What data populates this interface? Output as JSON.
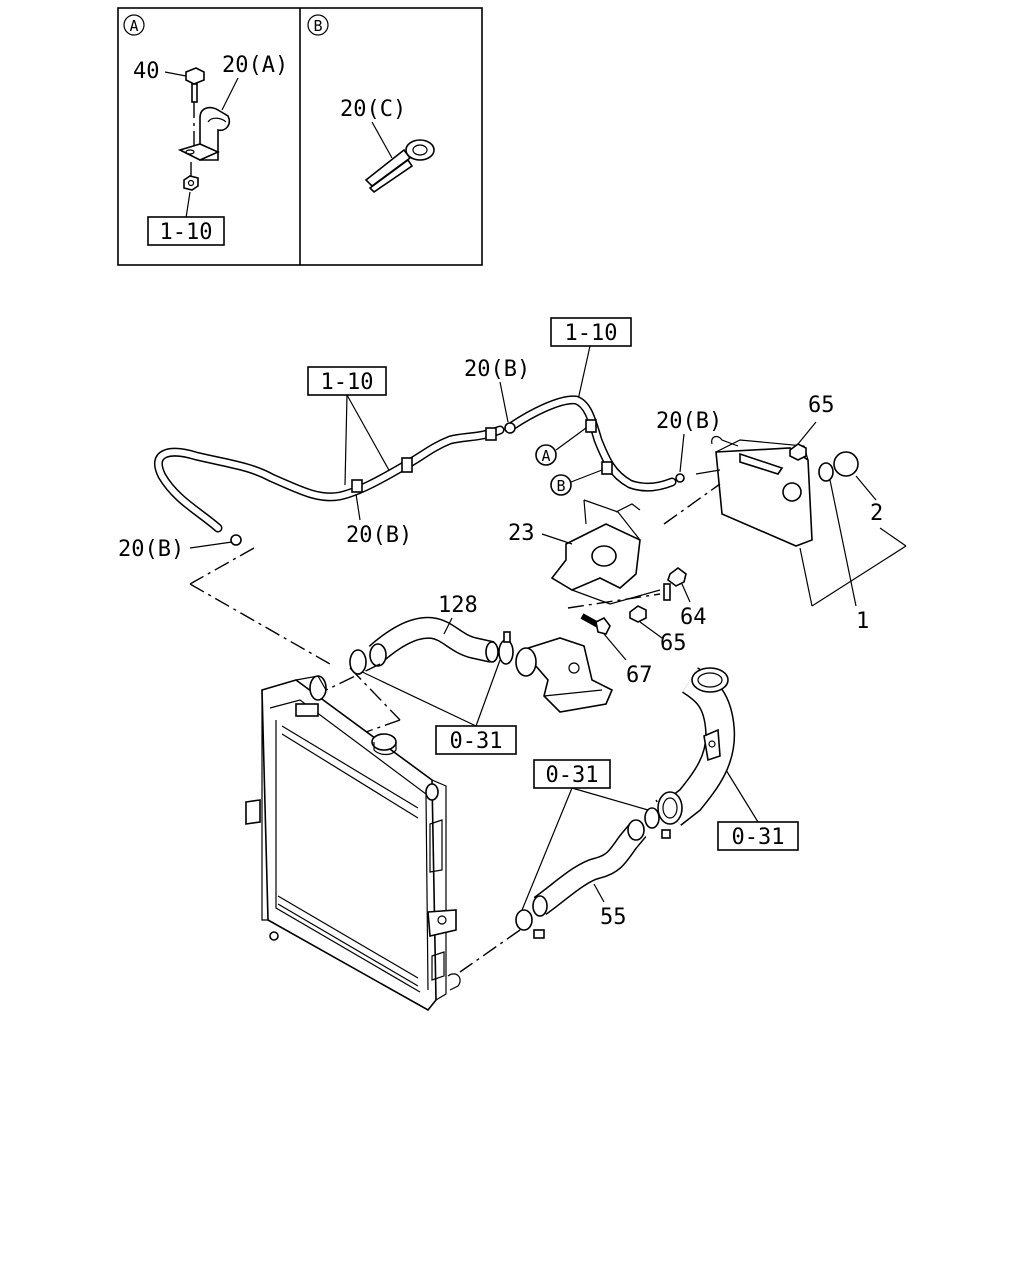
{
  "inset": {
    "panel_a": {
      "marker": "A",
      "labels": [
        "40",
        "20(A)"
      ],
      "ref_box": "1-10"
    },
    "panel_b": {
      "marker": "B",
      "labels": [
        "20(C)"
      ]
    }
  },
  "ref_boxes": [
    "1-10",
    "1-10",
    "0-31",
    "0-31",
    "0-31"
  ],
  "callouts": {
    "clip_20b": "20(B)",
    "bracket_23": "23",
    "cap_65": "65",
    "cap_2": "2",
    "tank_1": "1",
    "bolt_64": "64",
    "nut_65": "65",
    "bolt_67": "67",
    "hose_128": "128",
    "hose_55": "55"
  },
  "markers": {
    "a": "A",
    "b": "B"
  }
}
